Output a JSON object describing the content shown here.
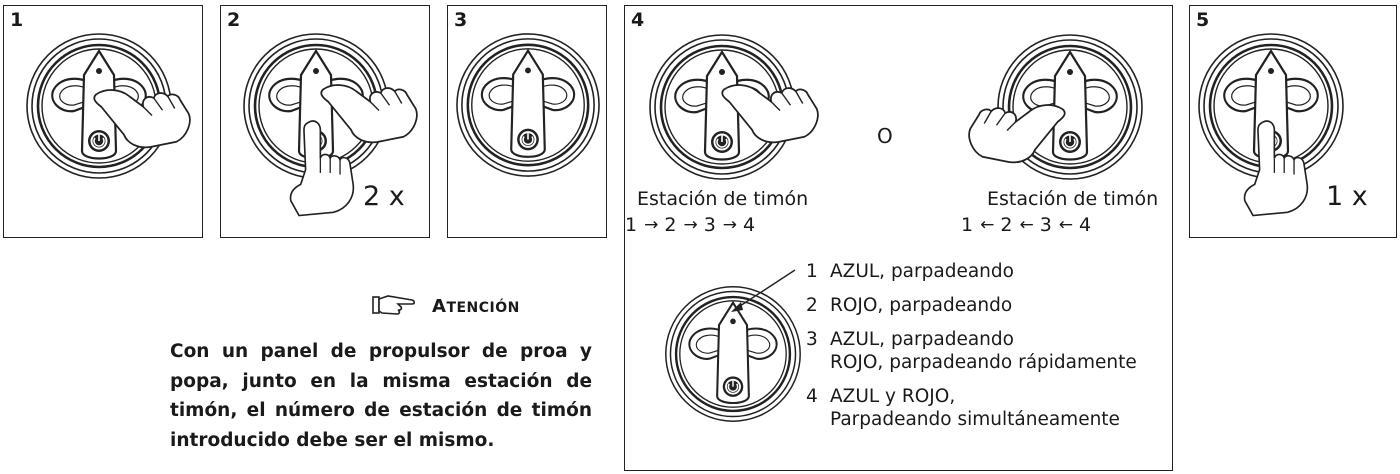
{
  "panels": [
    {
      "number": "1"
    },
    {
      "number": "2",
      "times": "2 x"
    },
    {
      "number": "3"
    },
    {
      "number": "4",
      "or_text": "O",
      "left_caption": "Estación de timón",
      "right_caption": "Estación de timón",
      "left_sequence": [
        "1",
        "2",
        "3",
        "4"
      ],
      "right_sequence": [
        "1",
        "2",
        "3",
        "4"
      ],
      "legend": [
        {
          "n": "1",
          "lines": [
            "AZUL, parpadeando"
          ]
        },
        {
          "n": "2",
          "lines": [
            "ROJO, parpadeando"
          ]
        },
        {
          "n": "3",
          "lines": [
            "AZUL, parpadeando",
            "ROJO, parpadeando rápidamente"
          ]
        },
        {
          "n": "4",
          "lines": [
            "AZUL y ROJO,",
            "Parpadeando simultáneamente"
          ]
        }
      ]
    },
    {
      "number": "5",
      "times": "1 x"
    }
  ],
  "attention": {
    "title_first": "A",
    "title_rest": "TENCIÓN",
    "icon": "pointing-hand-icon",
    "body": "Con un panel de propulsor de proa y popa, junto en la misma estación de timón, el número de estación de timón introducido debe ser el mismo."
  },
  "arrows": {
    "right": "→",
    "left": "←"
  }
}
